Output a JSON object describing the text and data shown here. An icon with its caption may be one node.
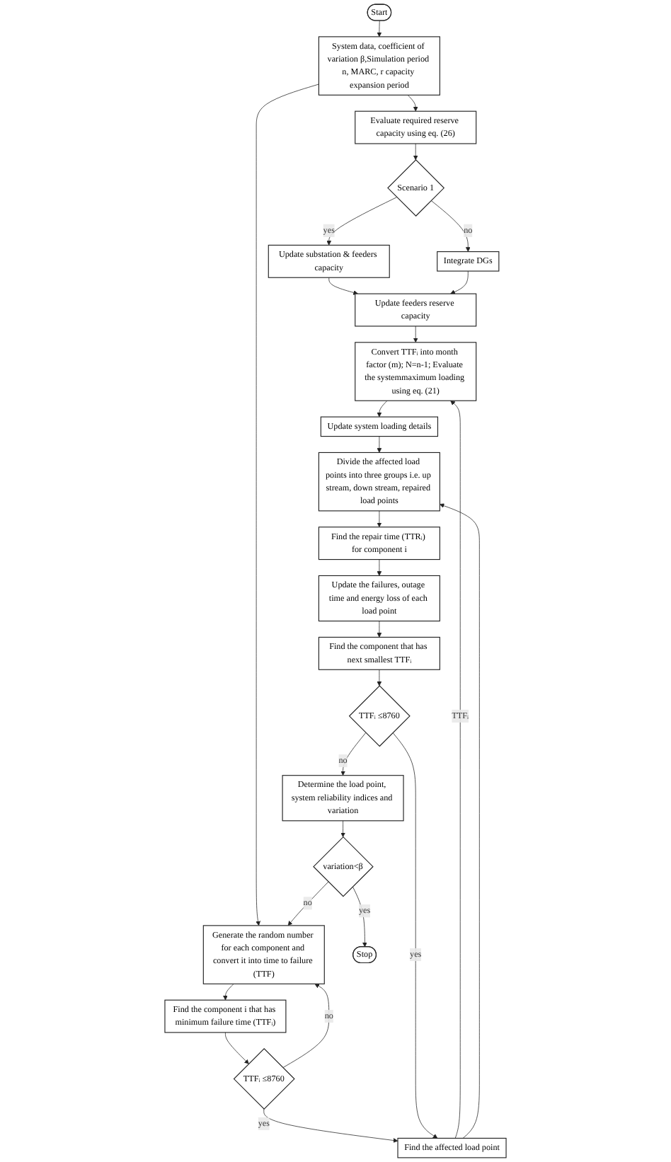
{
  "diagram": {
    "nodes": [
      {
        "text": [
          "Start"
        ]
      },
      {
        "text": [
          "System data, coefficient of variation β,Simulation period n, MARC, r capacity expansion period"
        ]
      },
      {
        "text": [
          "Evaluate required reserve capacity using eq. (26)"
        ]
      },
      {
        "text": [
          "Generate the random number for each component and convert it into time to failure (TTF)"
        ]
      },
      {
        "text": [
          "Scenario 1"
        ]
      },
      {
        "text": [
          "Find the component i that has minimum failure time (TTFᵢ)"
        ]
      },
      {
        "text": [
          "Update substation & feeders capacity"
        ]
      },
      {
        "text": [
          "Integrate DGs"
        ]
      },
      {
        "text": [
          "TTFᵢ ≤8760"
        ]
      },
      {
        "text": [
          "Update feeders reserve capacity"
        ]
      },
      {
        "text": [
          "Find the affected load point"
        ]
      },
      {
        "text": [
          "Convert TTFᵢ into month factor (m); N=n-1; Evaluate the systemmaximum loading using eq. (21)"
        ]
      },
      {
        "text": [
          "Divide the affected load points into three groups i.e. up stream, down stream, repaired load points"
        ]
      },
      {
        "text": [
          "Update system loading details"
        ]
      },
      {
        "text": [
          "Find the repair time (TTRᵢ) for component i"
        ]
      },
      {
        "text": [
          "Update the failures, outage time and energy loss of each load point"
        ]
      },
      {
        "text": [
          "Find the component that has next smallest TTFᵢ"
        ]
      },
      {
        "text": [
          "TTFᵢ ≤8760"
        ]
      },
      {
        "text": [
          "Determine the load point, system reliability indices and variation"
        ]
      },
      {
        "text": [
          "variation<β"
        ]
      },
      {
        "text": [
          "Stop"
        ]
      }
    ],
    "edges": [
      {
        "from": 0,
        "to": 1,
        "arrow": "to"
      },
      {
        "from": 1,
        "to": 2,
        "arrow": "to"
      },
      {
        "from": 1,
        "to": 3,
        "arrow": "to"
      },
      {
        "from": 2,
        "to": 4,
        "arrow": "to"
      },
      {
        "from": 3,
        "to": 5,
        "arrow": "to"
      },
      {
        "from": 4,
        "to": 6,
        "label": "yes",
        "arrow": "to"
      },
      {
        "from": 4,
        "to": 7,
        "label": "no",
        "arrow": "to"
      },
      {
        "from": 5,
        "to": 8,
        "arrow": "to"
      },
      {
        "from": 6,
        "to": 9,
        "arrow": "to"
      },
      {
        "from": 7,
        "to": 9,
        "arrow": "to"
      },
      {
        "from": 8,
        "to": 3,
        "label": "no",
        "arrow": "to"
      },
      {
        "from": 8,
        "to": 10,
        "label": "yes",
        "arrow": "to"
      },
      {
        "from": 9,
        "to": 11,
        "arrow": "to"
      },
      {
        "from": 10,
        "to": 11,
        "label": "TTFᵢ",
        "arrow": "to"
      },
      {
        "from": 10,
        "to": 12,
        "arrow": "to"
      },
      {
        "from": 11,
        "to": 13,
        "arrow": "to"
      },
      {
        "from": 13,
        "to": 12,
        "arrow": "to"
      },
      {
        "from": 12,
        "to": 14,
        "arrow": "to"
      },
      {
        "from": 14,
        "to": 15,
        "arrow": "to"
      },
      {
        "from": 15,
        "to": 16,
        "arrow": "to"
      },
      {
        "from": 16,
        "to": 17,
        "arrow": "to"
      },
      {
        "from": 17,
        "to": 10,
        "label": "yes",
        "arrow": "to"
      },
      {
        "from": 17,
        "to": 18,
        "label": "no",
        "arrow": "to"
      },
      {
        "from": 18,
        "to": 19,
        "arrow": "to"
      },
      {
        "from": 19,
        "to": 3,
        "label": "no",
        "arrow": "to"
      },
      {
        "from": 19,
        "to": 20,
        "label": "yes",
        "arrow": "to"
      }
    ]
  }
}
